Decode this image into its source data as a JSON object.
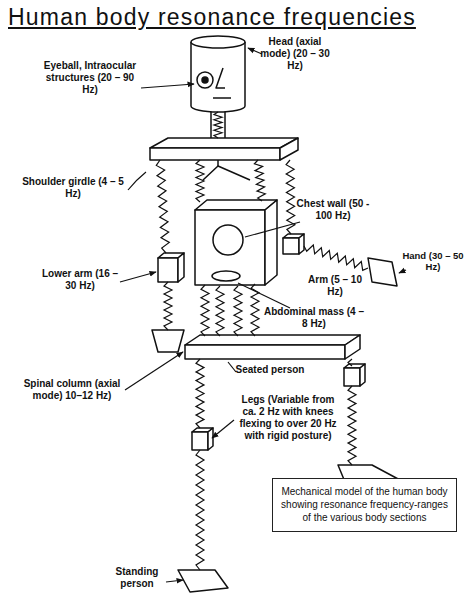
{
  "diagram": {
    "title": "Human body resonance frequencies",
    "nodes": [
      {
        "text": [
          "Mechanical model of the human body showing resonance frequency-ranges of the various body sections"
        ]
      }
    ],
    "labels": [
      "Eyeball, Intraocular structures (20 – 90 Hz)",
      "Head (axial mode) (20 – 30 Hz)",
      "Shoulder girdle (4 – 5 Hz)",
      "Chest wall (50 - 100 Hz)",
      "Arm (5 – 10 Hz)",
      "Hand (30 – 50 Hz)",
      "Lower arm (16 – 30 Hz)",
      "Abdominal mass (4 – 8 Hz)",
      "Spinal column (axial mode) 10–12 Hz)",
      "Seated person",
      "Legs (Variable from ca. 2 Hz with knees flexing to over 20 Hz with rigid posture)",
      "Standing person"
    ]
  }
}
